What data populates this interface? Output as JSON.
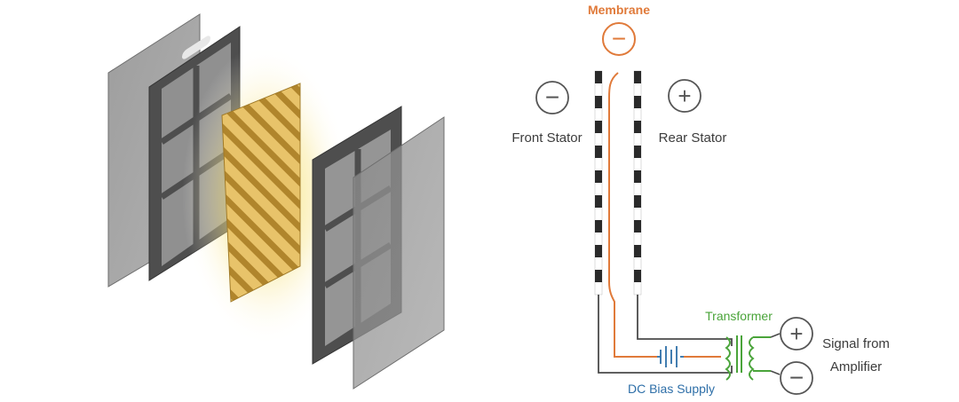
{
  "labels": {
    "membrane": "Membrane",
    "front_stator": "Front Stator",
    "rear_stator": "Rear Stator",
    "transformer": "Transformer",
    "signal_line1": "Signal from",
    "signal_line2": "Amplifier",
    "dc_bias": "DC Bias Supply"
  },
  "symbols": {
    "minus": "−",
    "plus": "+"
  },
  "colors": {
    "membrane": "#e07a3a",
    "transformer": "#4aa43a",
    "dc_bias": "#2e6fa8",
    "wire": "#4a4a4a",
    "glow": "#f3dc54",
    "stripe": "#b58a2e",
    "stripe_bg": "#e8c36a"
  }
}
